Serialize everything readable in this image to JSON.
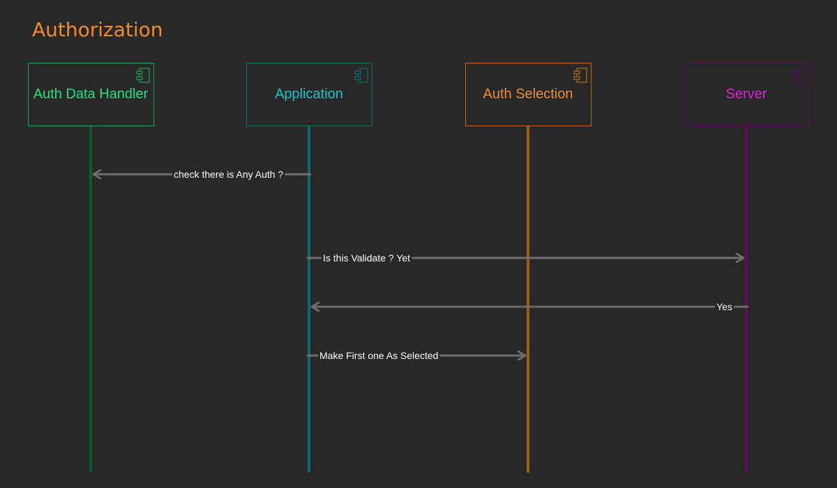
{
  "diagram": {
    "title": "Authorization",
    "title_color": "#f28c28",
    "actors": [
      {
        "id": "auth-data-handler",
        "label": "Auth Data Handler",
        "color": "#1fa74f",
        "text_color": "#21e37a",
        "line_color": "#0f5c30",
        "icon": "component-icon"
      },
      {
        "id": "application",
        "label": "Application",
        "color": "#0f6a6e",
        "text_color": "#1fc3c9",
        "line_color": "#0f6a6e",
        "icon": "component-icon"
      },
      {
        "id": "auth-selection",
        "label": "Auth Selection",
        "color": "#c06b15",
        "text_color": "#f08c30",
        "line_color": "#a85a0a",
        "icon": "component-icon"
      },
      {
        "id": "server",
        "label": "Server",
        "color": "#5a0e5e",
        "text_color": "#e020e0",
        "line_color": "#5a0e5e",
        "icon": "component-icon"
      }
    ],
    "messages": [
      {
        "from": "application",
        "to": "auth-data-handler",
        "label": "check there is Any Auth ?"
      },
      {
        "from": "application",
        "to": "server",
        "label": "Is this Validate ? Yet"
      },
      {
        "from": "server",
        "to": "application",
        "label": "Yes"
      },
      {
        "from": "application",
        "to": "auth-selection",
        "label": "Make First one As Selected"
      }
    ],
    "arrow_color": "#6e6e6e"
  }
}
